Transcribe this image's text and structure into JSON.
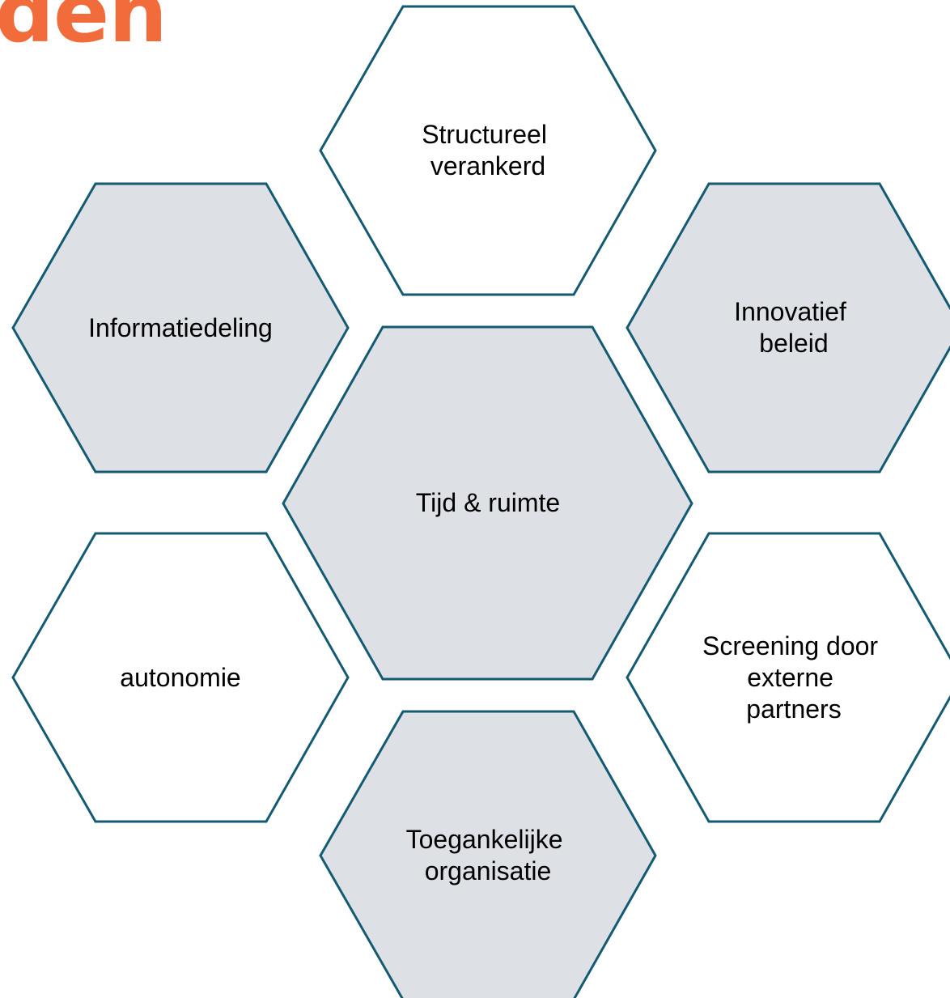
{
  "header": {
    "title_fragment": "den",
    "title_color": "#f26b3a"
  },
  "colors": {
    "outline": "#145a72",
    "filled": "#dde0e4",
    "empty": "#ffffff",
    "text": "#000000"
  },
  "hexagons": [
    {
      "id": "structureel",
      "lines": [
        "Structureel",
        "verankerd"
      ],
      "filled": false
    },
    {
      "id": "informatiedeling",
      "lines": [
        "Informatiedeling"
      ],
      "filled": true
    },
    {
      "id": "innovatief",
      "lines": [
        "Innovatief",
        "beleid"
      ],
      "filled": true
    },
    {
      "id": "tijd-ruimte",
      "lines": [
        "Tijd & ruimte"
      ],
      "filled": true
    },
    {
      "id": "autonomie",
      "lines": [
        "autonomie"
      ],
      "filled": false
    },
    {
      "id": "screening",
      "lines": [
        "Screening door",
        "externe",
        "partners"
      ],
      "filled": false
    },
    {
      "id": "toegankelijk",
      "lines": [
        "Toegankelijke",
        "organisatie"
      ],
      "filled": true
    }
  ]
}
